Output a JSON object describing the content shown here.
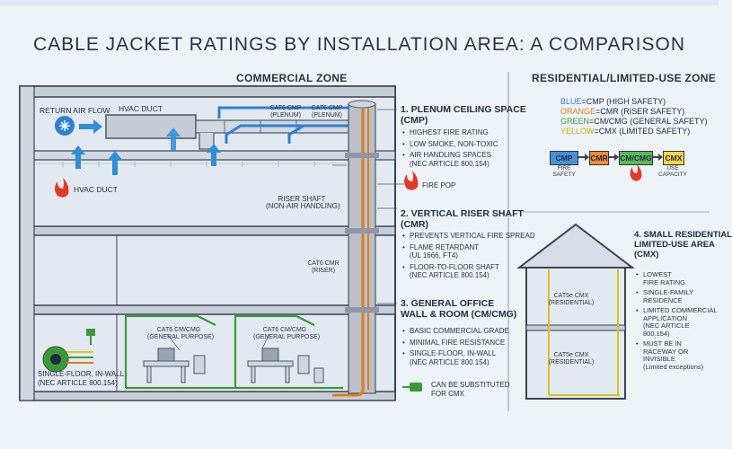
{
  "title": "CABLE JACKET RATINGS BY INSTALLATION AREA: A COMPARISON",
  "commercial": {
    "zone_title": "COMMERCIAL ZONE",
    "return_air": "RETURN AIR FLOW",
    "hvac_duct_top": "HVAC DUCT",
    "hvac_duct_left": "HVAC DUCT",
    "cat6_plenum_a": "CAT6 CMP\n(PLENUM)",
    "cat6_plenum_b": "CAT6 CMP\n(PLENUM)",
    "riser_shaft": "RISER SHAFT\n(NON-AIR HANDLING)",
    "fire_pop": "FIRE POP",
    "cat6_riser": "CAT6 CMR\n(RISER)",
    "cat6_gp_a": "CAT6 CM/CMG\n(GENERAL PURPOSE)",
    "cat6_gp_b": "CAT6 CM/CMG\n(GENERAL PURPOSE)",
    "single_floor": "SINGLE-FLOOR, IN-WALL\n(NEC ARTICLE 800.154)",
    "substitute": "CAN BE SUBSTITUTED\nFOR CMX",
    "sections": [
      {
        "title": "1. PLENUM CEILING SPACE\n(CMP)",
        "bullets": [
          "HIGHEST FIRE RATING",
          "LOW SMOKE, NON-TOXIC",
          "AIR HANDLING SPACES\n(NEC ARTICLE 800.154)"
        ]
      },
      {
        "title": "2. VERTICAL RISER SHAFT\n(CMR)",
        "bullets": [
          "PREVENTS VERTICAL FIRE SPREAD",
          "FLAME RETARDANT\n(UL 1666, FT4)",
          "FLOOR-TO-FLOOR SHAFT\n(NEC ARTICLE 800.154)"
        ]
      },
      {
        "title": "3. GENERAL OFFICE\nWALL & ROOM (CM/CMG)",
        "bullets": [
          "BASIC COMMERCIAL GRADE",
          "MINIMAL FIRE RESISTANCE",
          "SINGLE-FLOOR, IN-WALL\n(NEC ARTICLE 800.154)"
        ]
      }
    ]
  },
  "residential": {
    "zone_title": "RESIDENTIAL/LIMITED-USE ZONE",
    "legend": [
      {
        "color_word": "BLUE",
        "rest": "=CMP (HIGH SAFETY)",
        "color": "#2f7fd6"
      },
      {
        "color_word": "ORANGE",
        "rest": "=CMR (RISER SAFETY)",
        "color": "#e07b1a"
      },
      {
        "color_word": "GREEN",
        "rest": "=CM/CMG (GENERAL SAFETY)",
        "color": "#3a9a3a"
      },
      {
        "color_word": "YELLOW",
        "rest": "=CMX (LIMITED SAFETY)",
        "color": "#c9b000"
      }
    ],
    "chain": [
      {
        "label": "CMP",
        "fill": "#4a90d9"
      },
      {
        "label": "CMR",
        "fill": "#f08a3a"
      },
      {
        "label": "CM/CMG",
        "fill": "#5cb85c"
      },
      {
        "label": "CMX",
        "fill": "#f2d44a"
      }
    ],
    "chain_left": "FIRE\nSAFETY",
    "chain_right": "USE\nCAPACITY",
    "house_title": "4. SMALL RESIDENTIAL\nLIMITED-USE AREA\n(CMX)",
    "cat5e_a": "CAT5e CMX\n(RESIDENTIAL)",
    "cat5e_b": "CAT5e CMX\n(RESIDENTIAL)",
    "bullets": [
      "LOWEST\nFIRE RATING",
      "SINGLE-FAMILY\nRESIDENCE",
      "LIMITED COMMERCIAL\nAPPLICATION\n(NEC ARTICLE\n800.154)",
      "MUST BE IN\nRACEWAY OR\nINVISIBLE\n(Limited exceptions)"
    ]
  },
  "colors": {
    "cmp": "#2f7fd6",
    "cmr": "#e07b1a",
    "cmg": "#3a9a3a",
    "cmx": "#d9c21a",
    "fire": "#e03a2a"
  }
}
